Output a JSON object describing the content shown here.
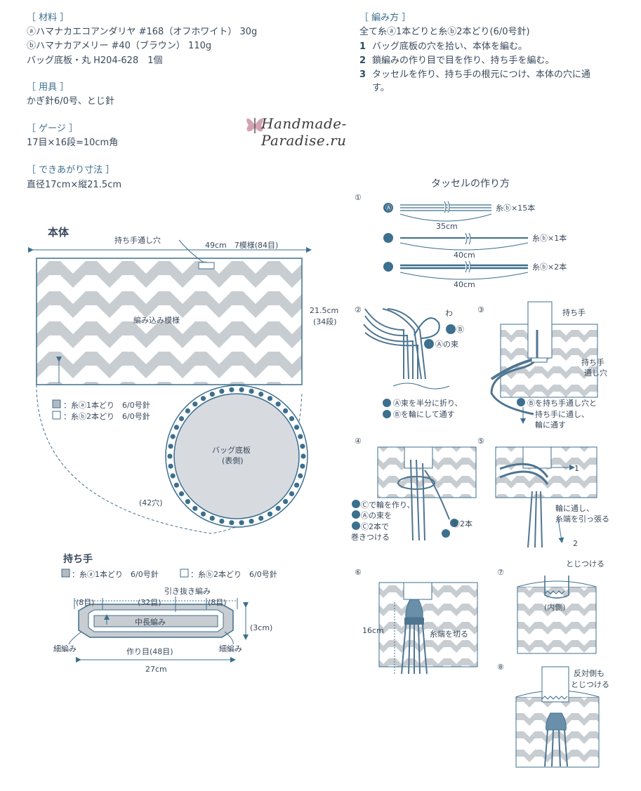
{
  "materials": {
    "heading": "［ 材料 ］",
    "line_a": "ⓐハマナカエコアンダリヤ #168（オフホワイト） 30g",
    "line_b": "ⓑハマナカアメリー #40（ブラウン） 110g",
    "line_c": "バッグ底板・丸 H204-628　1個"
  },
  "tools": {
    "heading": "［ 用具 ］",
    "text": "かぎ針6/0号、とじ針"
  },
  "gauge": {
    "heading": "［ ゲージ ］",
    "text": "17目×16段=10cm角"
  },
  "size": {
    "heading": "［ できあがり寸法 ］",
    "text": "直径17cm×縦21.5cm"
  },
  "method": {
    "heading": "［ 編み方 ］",
    "intro": "全て糸ⓐ1本どりと糸ⓑ2本どり(6/0号針)",
    "steps": [
      {
        "n": "1",
        "text": "バッグ底板の穴を拾い、本体を編む。"
      },
      {
        "n": "2",
        "text": "鎖編みの作り目で目を作り、持ち手を編む。"
      },
      {
        "n": "3",
        "text": "タッセルを作り、持ち手の根元につけ、本体の穴に通",
        "cont": "す。"
      }
    ]
  },
  "watermark": "Handmade-Paradise.ru",
  "body": {
    "title": "本体",
    "handle_hole": "持ち手通し穴",
    "width": "49cm　7模様(84目)",
    "pattern": "編み込み模様",
    "height1": "21.5cm",
    "height2": "(34段)",
    "legend_a": "：糸ⓐ1本どり　6/0号針",
    "legend_b": "：糸ⓑ2本どり　6/0号針",
    "board1": "バッグ底板",
    "board2": "(表側)",
    "holes": "(42穴)"
  },
  "handle": {
    "title": "持ち手",
    "legend_a": "：糸ⓐ1本どり　6/0号針",
    "legend_b": "：糸ⓑ2本どり　6/0号針",
    "slip": "引き抜き編み",
    "l1": "(8目)",
    "l2": "(32目)",
    "l3": "(8目)",
    "mid": "中長編み",
    "h": "(3cm)",
    "sc_l": "細編み",
    "sc_r": "細編み",
    "chain": "作り目(48目)",
    "w": "27cm"
  },
  "tassel": {
    "title": "タッセルの作り方",
    "s1": "①",
    "A": "Ⓐ",
    "B": "Ⓑ",
    "C": "Ⓒ",
    "a_label": "糸ⓑ×15本",
    "a_len": "35cm",
    "b_label": "糸ⓑ×1本",
    "b_len": "40cm",
    "c_label": "糸ⓑ×2本",
    "c_len": "40cm",
    "s2": "②",
    "s2_wa": "わ",
    "s2_B": "Ⓑ",
    "s2_A": "Ⓐの束",
    "s2_n1": "Ⓐ束を半分に折り、",
    "s2_n2": "Ⓑを輪にして通す",
    "s3": "③",
    "s3_handle": "持ち手",
    "s3_hole1": "持ち手",
    "s3_hole2": "通し穴",
    "s3_n1": "Ⓑを持ち手通し穴と",
    "s3_n2": "持ち手に通し、",
    "s3_n3": "輪に通す",
    "s4": "④",
    "s4_n1": "Ⓒで輪を作り、",
    "s4_n2": "Ⓐの束を",
    "s4_n3": "Ⓒ2本で",
    "s4_n4": "巻きつける",
    "s4_c2": "Ⓒ2本",
    "s4_b": "Ⓑ",
    "s5": "⑤",
    "s5_one": "1",
    "s5_two": "2",
    "s5_n1": "輪に通し、",
    "s5_n2": "糸端を引っ張る",
    "s6": "⑥",
    "s6_len": "16cm",
    "s6_cut": "糸端を切る",
    "s7": "⑦",
    "s7_sew": "とじつける",
    "s7_in": "(内側)",
    "s8": "⑧",
    "s8_n1": "反対側も",
    "s8_n2": "とじつける"
  },
  "colors": {
    "ink": "#3d6f8e",
    "fill": "#c8cdd2",
    "tassel": "#6a8fa8"
  }
}
